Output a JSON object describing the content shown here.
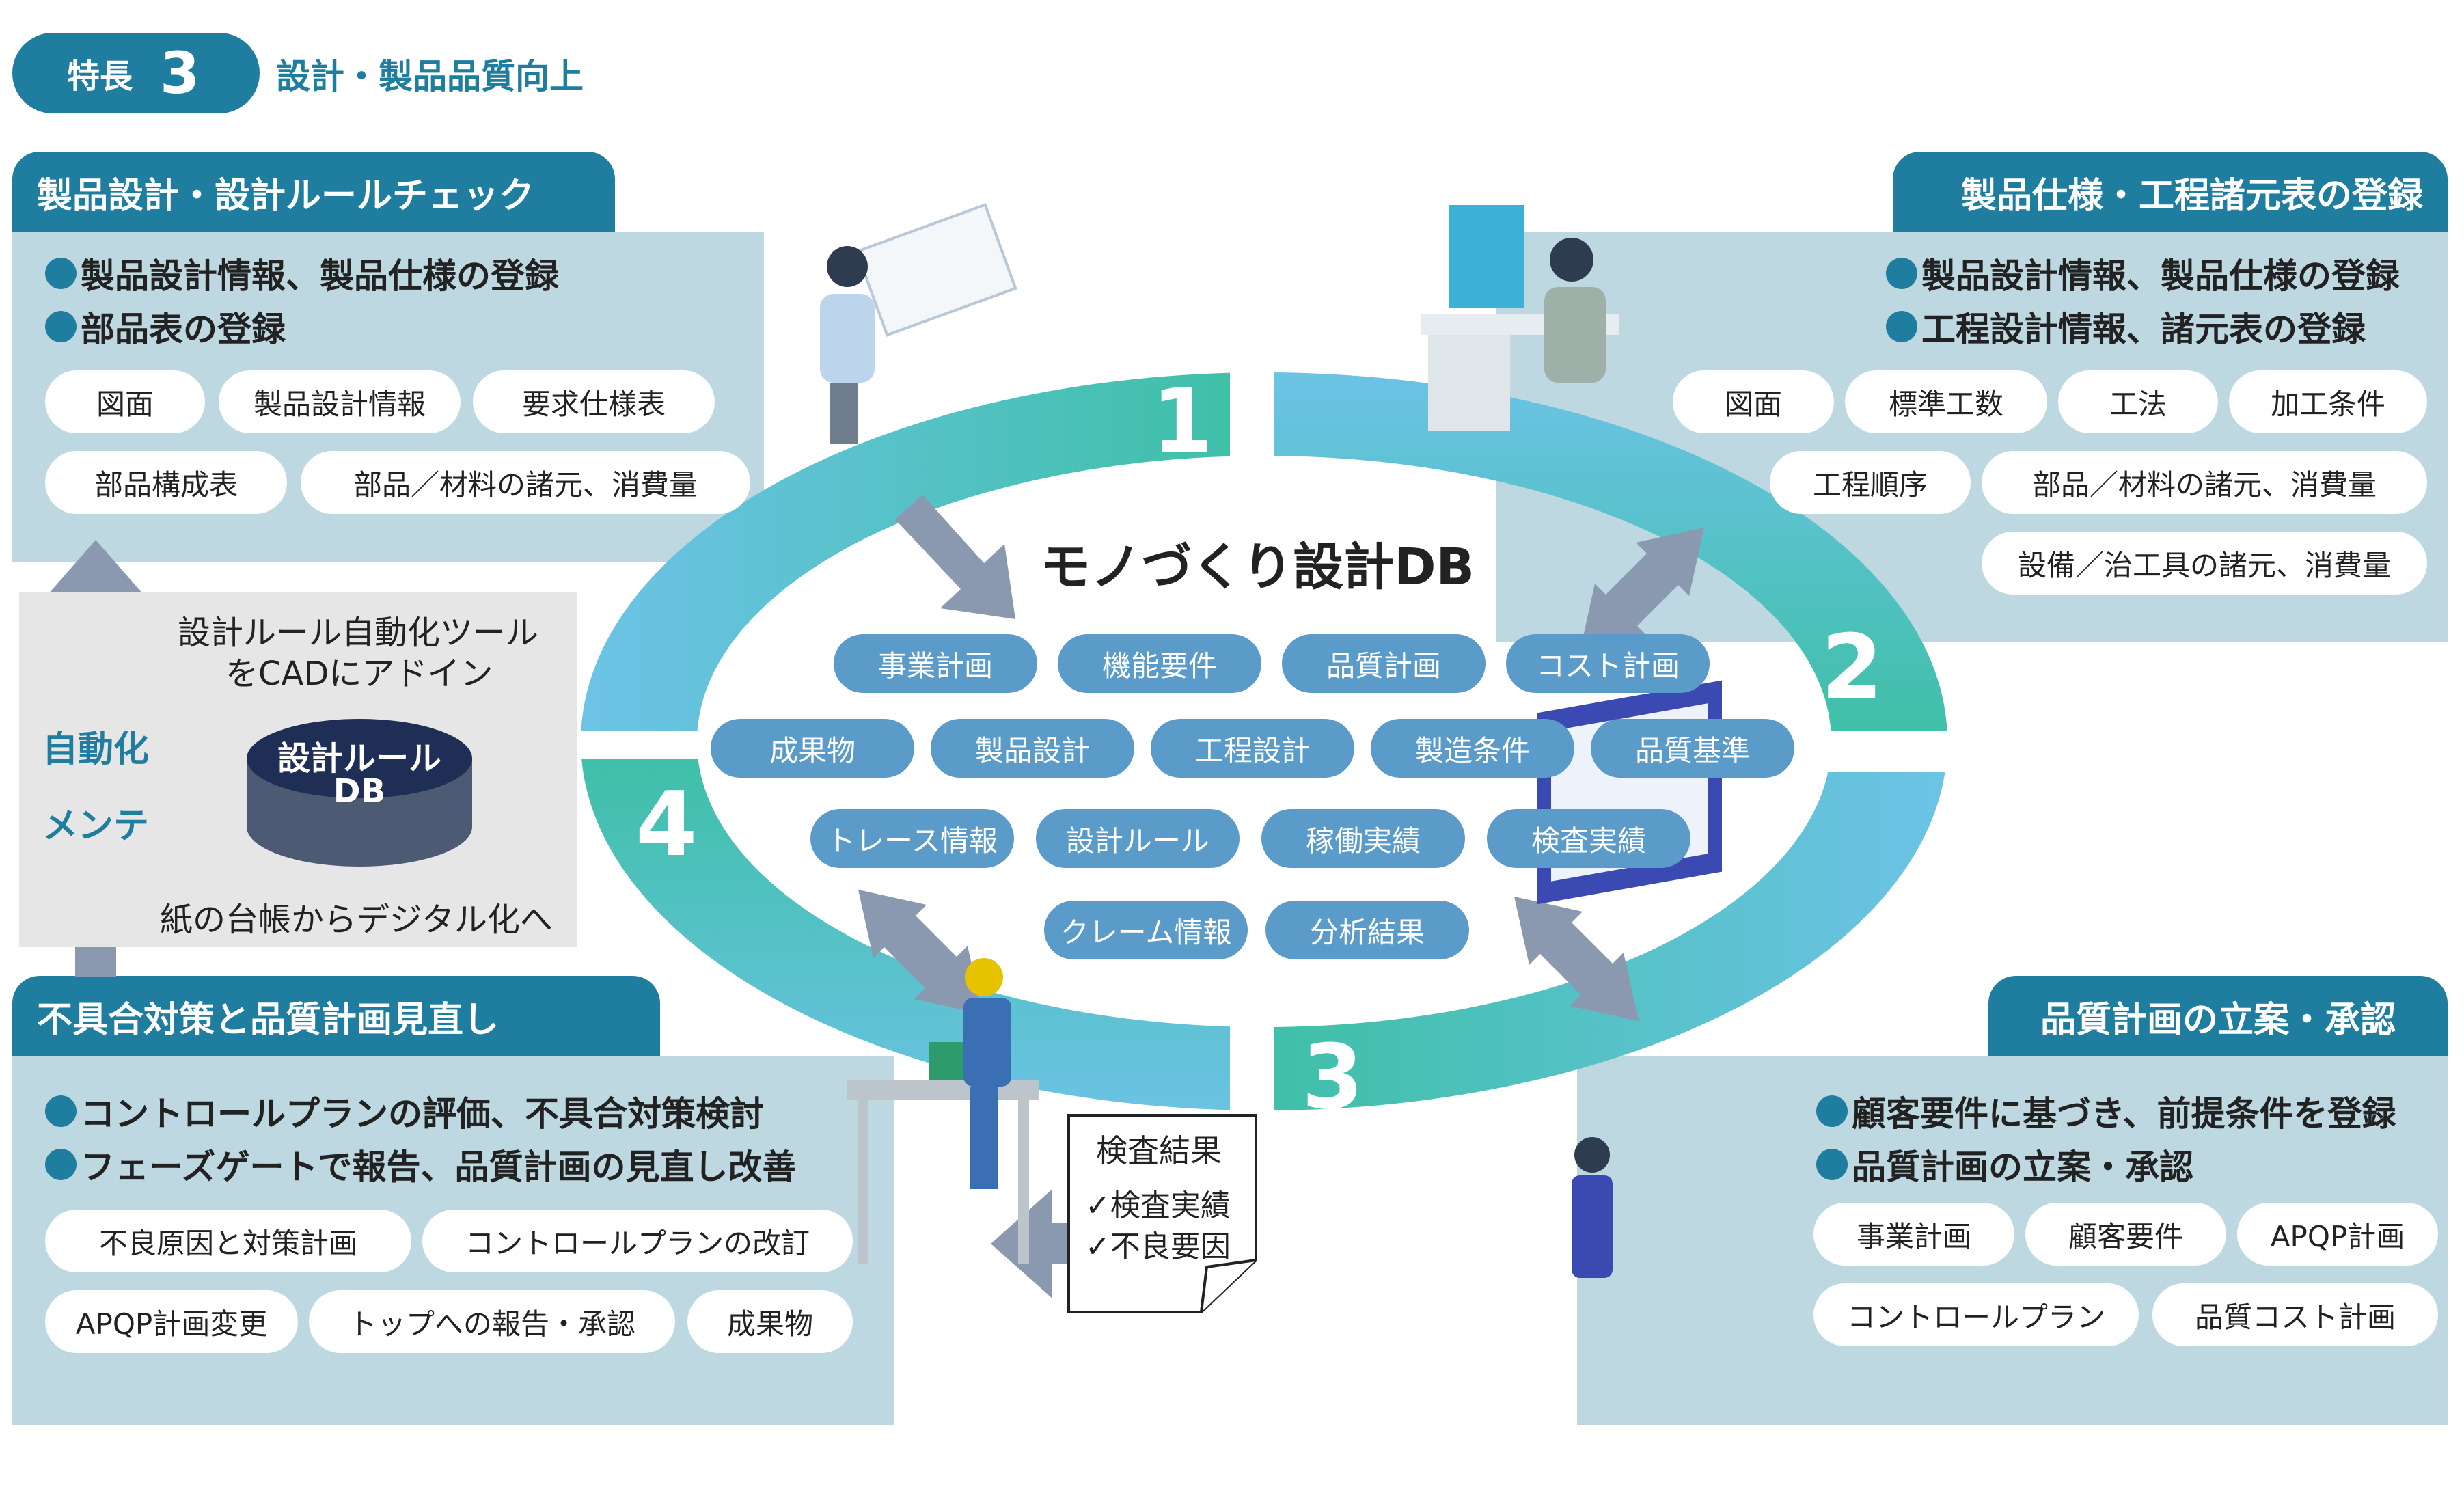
{
  "header": {
    "feature_label": "特長",
    "feature_number": "3",
    "title": "設計・製品品質向上"
  },
  "center": {
    "title": "モノづくり設計DB",
    "items": [
      "事業計画",
      "機能要件",
      "品質計画",
      "コスト計画",
      "成果物",
      "製品設計",
      "工程設計",
      "製造条件",
      "品質基準",
      "トレース情報",
      "設計ルール",
      "稼働実績",
      "検査実績",
      "クレーム情報",
      "分析結果"
    ],
    "cycle_numbers": [
      "1",
      "2",
      "3",
      "4"
    ]
  },
  "panels": {
    "top_left": {
      "title": "製品設計・設計ルールチェック",
      "bullets": [
        "製品設計情報、製品仕様の登録",
        "部品表の登録"
      ],
      "tags": [
        "図面",
        "製品設計情報",
        "要求仕様表",
        "部品構成表",
        "部品／材料の諸元、消費量"
      ]
    },
    "top_right": {
      "title": "製品仕様・工程諸元表の登録",
      "bullets": [
        "製品設計情報、製品仕様の登録",
        "工程設計情報、諸元表の登録"
      ],
      "tags": [
        "図面",
        "標準工数",
        "工法",
        "加工条件",
        "工程順序",
        "部品／材料の諸元、消費量",
        "設備／治工具の諸元、消費量"
      ]
    },
    "bottom_left": {
      "title": "不具合対策と品質計画見直し",
      "bullets": [
        "コントロールプランの評価、不具合対策検討",
        "フェーズゲートで報告、品質計画の見直し改善"
      ],
      "tags": [
        "不良原因と対策計画",
        "コントロールプランの改訂",
        "APQP計画変更",
        "トップへの報告・承認",
        "成果物"
      ]
    },
    "bottom_right": {
      "title": "品質計画の立案・承認",
      "bullets": [
        "顧客要件に基づき、前提条件を登録",
        "品質計画の立案・承認"
      ],
      "tags": [
        "事業計画",
        "顧客要件",
        "APQP計画",
        "コントロールプラン",
        "品質コスト計画"
      ]
    }
  },
  "rule_box": {
    "tool_line1": "設計ルール自動化ツール",
    "tool_line2": "をCADにアドイン",
    "db_line1": "設計ルール",
    "db_line2": "DB",
    "paper_note": "紙の台帳からデジタル化へ",
    "side_automation": "自動化",
    "side_maintenance": "メンテ"
  },
  "inspection": {
    "title": "検査結果",
    "items": [
      "検査実績",
      "不良要因"
    ]
  },
  "colors": {
    "primary": "#1f7e9f",
    "panel_bg": "#bdd8e0",
    "pill": "#5b9bc9",
    "ring_teal": "#3fc0a8",
    "ring_blue": "#6ec3e8",
    "arrow": "#8a98b0"
  }
}
